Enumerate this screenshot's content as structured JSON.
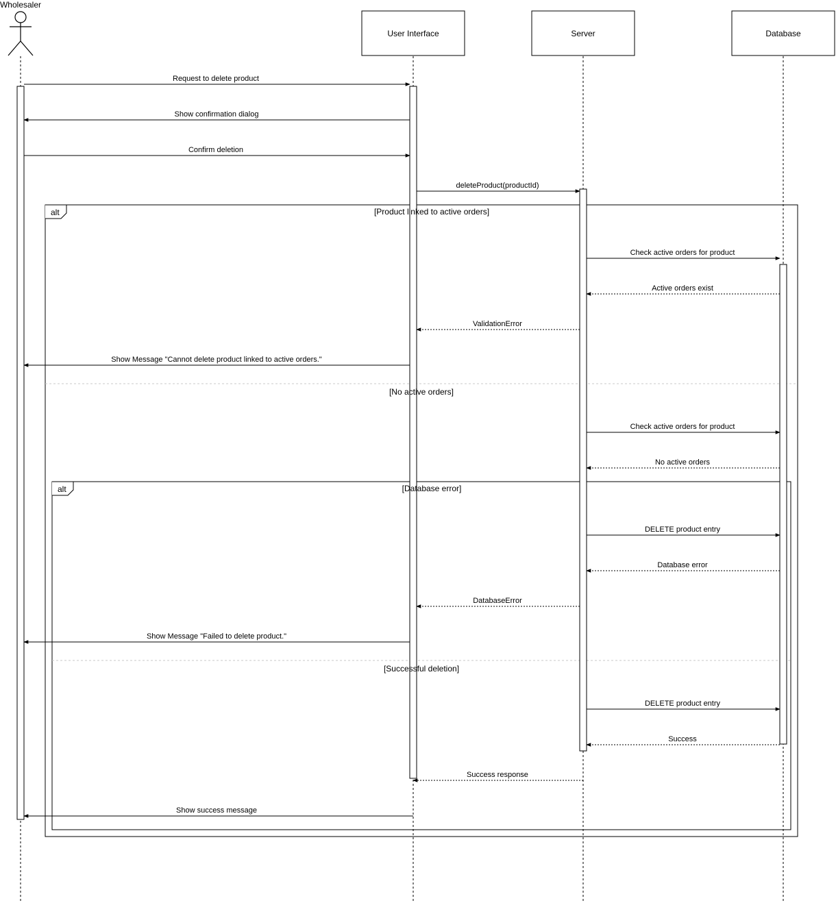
{
  "actor": {
    "name": "Wholesaler"
  },
  "participants": [
    {
      "id": "ui",
      "name": "User Interface"
    },
    {
      "id": "server",
      "name": "Server"
    },
    {
      "id": "db",
      "name": "Database"
    }
  ],
  "messages": [
    {
      "label": "Request to delete product",
      "from": "wholesaler",
      "to": "ui",
      "style": "solid"
    },
    {
      "label": "Show confirmation dialog",
      "from": "ui",
      "to": "wholesaler",
      "style": "solid"
    },
    {
      "label": "Confirm deletion",
      "from": "wholesaler",
      "to": "ui",
      "style": "solid"
    },
    {
      "label": "deleteProduct(productId)",
      "from": "ui",
      "to": "server",
      "style": "solid"
    },
    {
      "label": "Check active orders for product",
      "from": "server",
      "to": "db",
      "style": "solid"
    },
    {
      "label": "Active orders exist",
      "from": "db",
      "to": "server",
      "style": "dashed"
    },
    {
      "label": "ValidationError",
      "from": "server",
      "to": "ui",
      "style": "dashed"
    },
    {
      "label": "Show Message \"Cannot delete product linked to active orders.\"",
      "from": "ui",
      "to": "wholesaler",
      "style": "solid"
    },
    {
      "label": "Check active orders for product",
      "from": "server",
      "to": "db",
      "style": "solid"
    },
    {
      "label": "No active orders",
      "from": "db",
      "to": "server",
      "style": "dashed"
    },
    {
      "label": "DELETE product entry",
      "from": "server",
      "to": "db",
      "style": "solid"
    },
    {
      "label": "Database error",
      "from": "db",
      "to": "server",
      "style": "dashed"
    },
    {
      "label": "DatabaseError",
      "from": "server",
      "to": "ui",
      "style": "dashed"
    },
    {
      "label": "Show Message \"Failed to delete product.\"",
      "from": "ui",
      "to": "wholesaler",
      "style": "solid"
    },
    {
      "label": "DELETE product entry",
      "from": "server",
      "to": "db",
      "style": "solid"
    },
    {
      "label": "Success",
      "from": "db",
      "to": "server",
      "style": "dashed"
    },
    {
      "label": "Success response",
      "from": "server",
      "to": "ui",
      "style": "dashed"
    },
    {
      "label": "Show success message",
      "from": "ui",
      "to": "wholesaler",
      "style": "solid"
    }
  ],
  "fragments": {
    "outer": {
      "operator": "alt",
      "guards": [
        "[Product linked to active orders]",
        "[No active orders]"
      ]
    },
    "inner": {
      "operator": "alt",
      "guards": [
        "[Database error]",
        "[Successful deletion]"
      ]
    }
  },
  "colors": {
    "line": "#000000",
    "separator": "#c8c8c8",
    "background": "#ffffff"
  }
}
